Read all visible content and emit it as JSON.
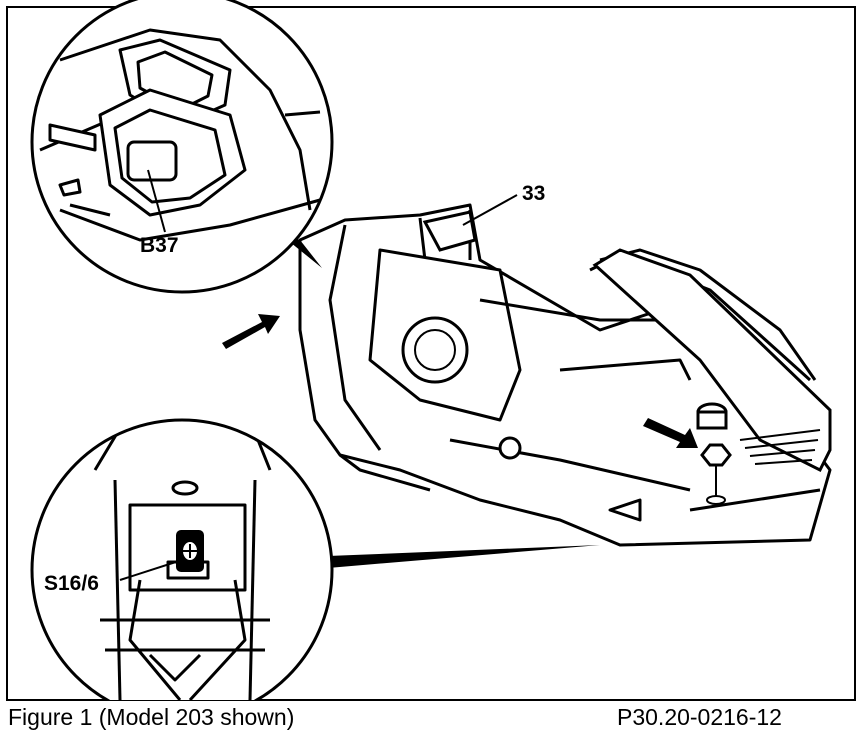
{
  "callouts": {
    "b37": "B37",
    "s16_6": "S16/6",
    "item_33": "33"
  },
  "caption": "Figure 1 (Model 203 shown)",
  "figure_id": "P30.20-0216-12"
}
